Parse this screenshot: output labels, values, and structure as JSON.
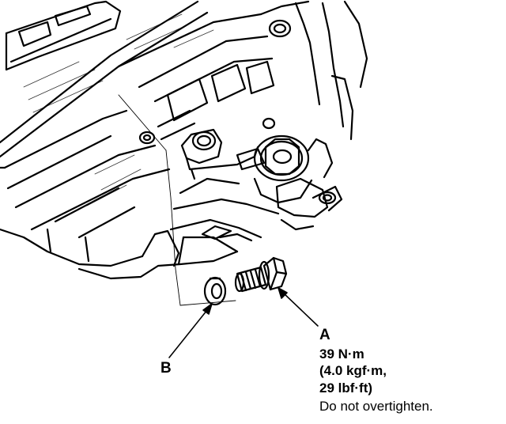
{
  "callouts": {
    "a": {
      "letter": "A",
      "torque_nm": "39 N·m",
      "torque_kgf": "(4.0 kgf·m,",
      "torque_lbf": "29 lbf·ft)",
      "note": "Do not overtighten."
    },
    "b": {
      "letter": "B"
    }
  },
  "colors": {
    "ink": "#000000",
    "paper": "#ffffff"
  }
}
